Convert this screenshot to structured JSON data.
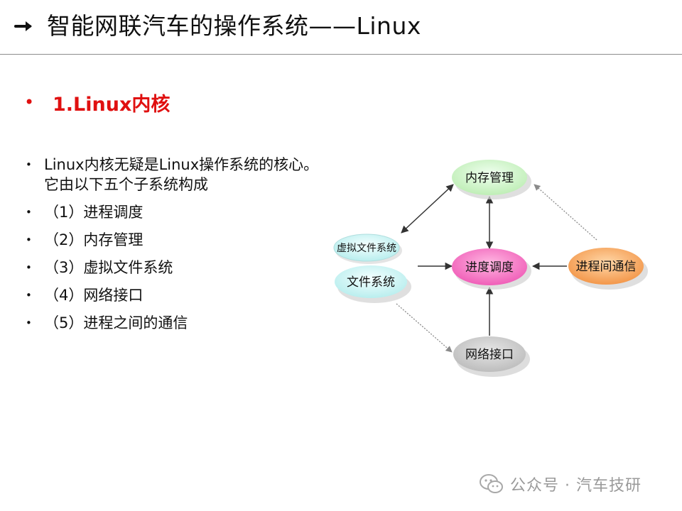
{
  "slide": {
    "title": "智能网联汽车的操作系统——Linux",
    "section_bullet": "•",
    "section_heading": "1.Linux内核"
  },
  "bullets": [
    {
      "marker": "•",
      "text": "Linux内核无疑是Linux操作系统的核心。它由以下五个子系统构成"
    },
    {
      "marker": "•",
      "text": "（1）进程调度"
    },
    {
      "marker": "•",
      "text": "（2）内存管理"
    },
    {
      "marker": "•",
      "text": "（3）虚拟文件系统"
    },
    {
      "marker": "•",
      "text": "（4）网络接口"
    },
    {
      "marker": "•",
      "text": "（5）进程之间的通信"
    }
  ],
  "diagram": {
    "nodes": {
      "memory": {
        "label": "内存管理",
        "color": "#c8f2c0"
      },
      "scheduler": {
        "label": "进度调度",
        "color": "#f76fc0"
      },
      "vfs": {
        "label": "虚拟文件系统",
        "color": "#c5f3f3"
      },
      "filesystem": {
        "label": "文件系统",
        "color": "#c5f3f3"
      },
      "ipc": {
        "label": "进程间通信",
        "color": "#f5a050"
      },
      "network": {
        "label": "网络接口",
        "color": "#c4c4c4"
      }
    },
    "arrow_color": "#333333",
    "dotted_color": "#aaaaaa"
  },
  "watermark": {
    "icon": "wechat-icon",
    "text": "公众号 · 汽车技研"
  },
  "colors": {
    "heading_red": "#e01010",
    "rule": "#8c8c8c"
  }
}
